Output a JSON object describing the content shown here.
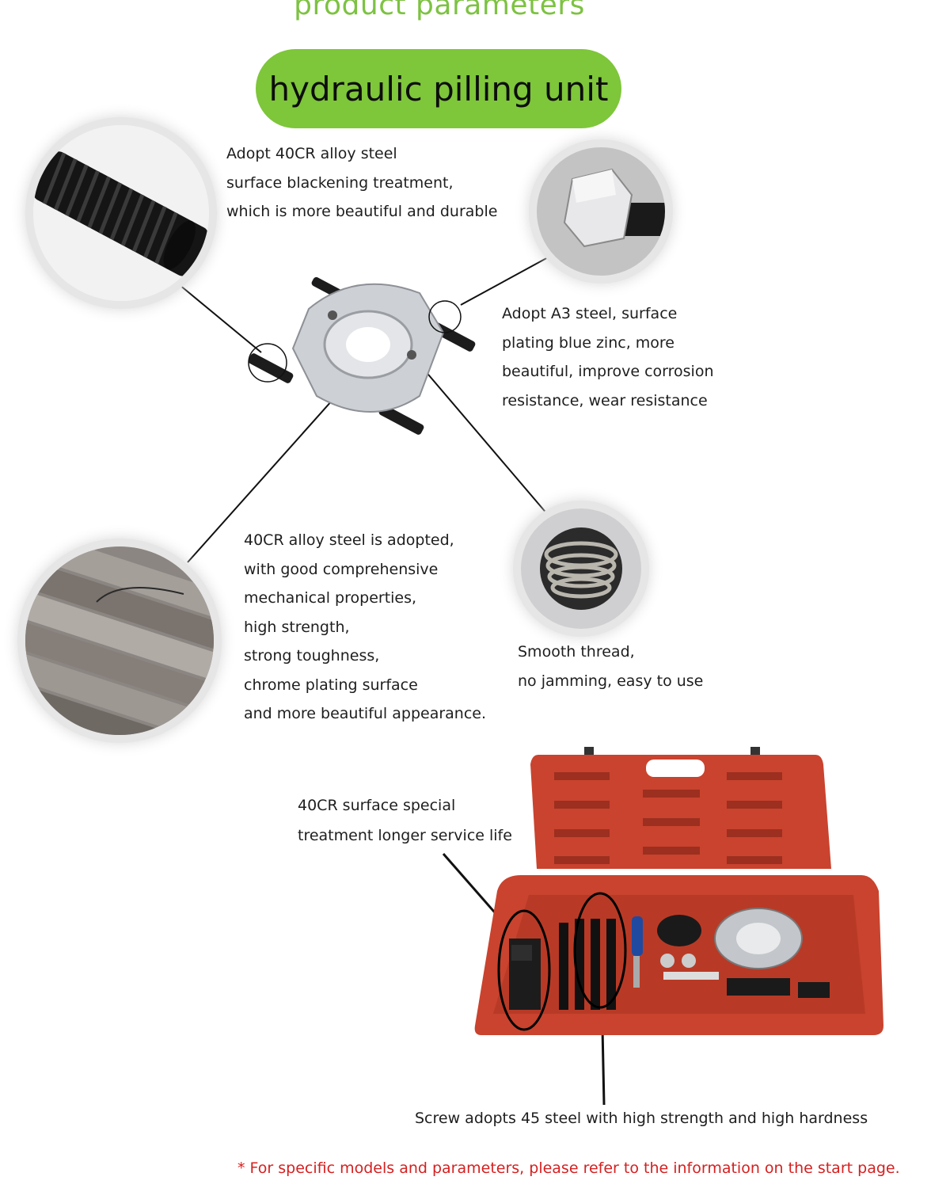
{
  "header": {
    "section_title": "product parameters",
    "product_name": "hydraulic pilling unit"
  },
  "features": {
    "bolt": [
      "Adopt 40CR alloy steel",
      "surface blackening treatment,",
      "which is more beautiful and durable"
    ],
    "nut": [
      "Adopt A3 steel, surface",
      "plating blue zinc, more",
      "beautiful, improve corrosion",
      "resistance, wear resistance"
    ],
    "rod": [
      "40CR alloy steel is adopted,",
      "with good comprehensive",
      "mechanical properties,",
      "high strength,",
      "strong toughness,",
      "chrome plating surface",
      "and more beautiful appearance."
    ],
    "thread": [
      "Smooth thread,",
      "no jamming, easy to use"
    ],
    "case_tools": [
      "40CR surface special",
      "treatment longer service life"
    ],
    "screw": "Screw adopts 45 steel with high strength and high hardness"
  },
  "footer": {
    "note": "* For specific models and parameters, please refer to the information on the start page."
  },
  "colors": {
    "accent_green": "#7ec63a",
    "heading_green": "#7dc242",
    "note_red": "#d62020",
    "case_red": "#c9432e"
  }
}
